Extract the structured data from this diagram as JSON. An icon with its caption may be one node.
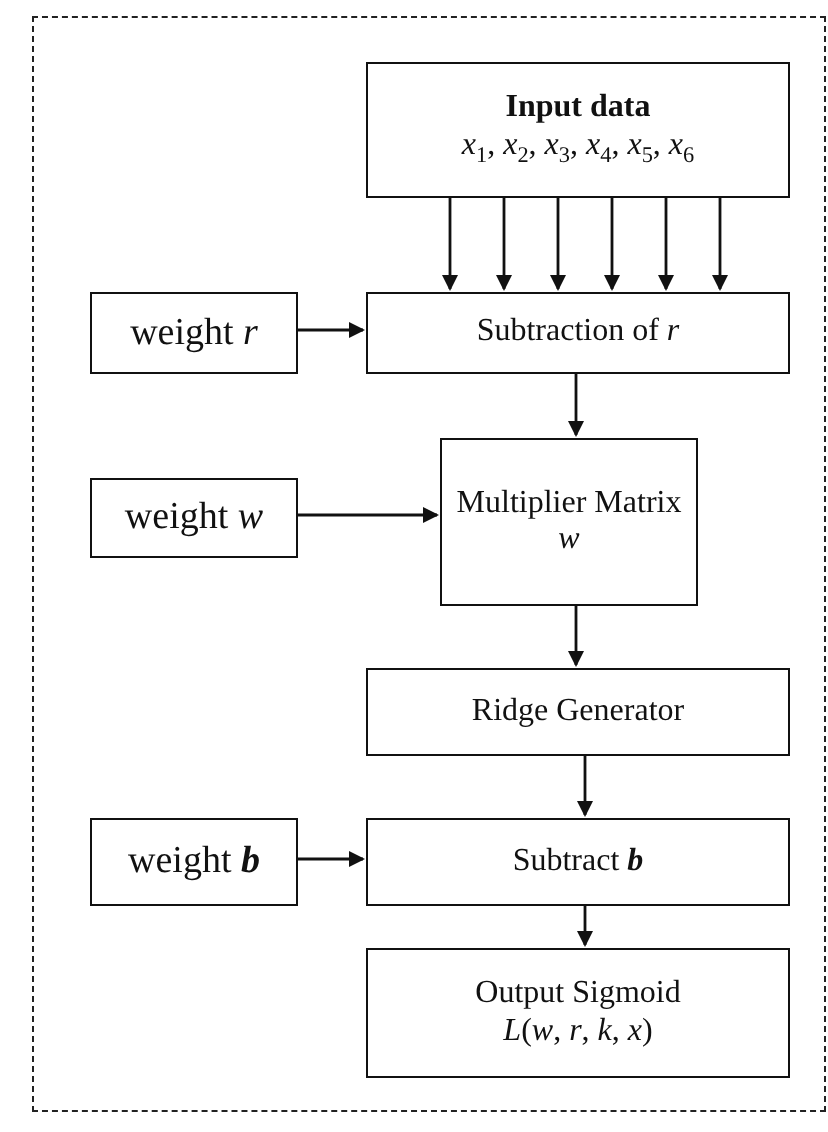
{
  "diagram": {
    "nodes": [
      {
        "text": [],
        "shape": "box"
      },
      {
        "text": [
          "Input data",
          "*x*$_{1}$, *x*$_{2}$, *x*$_{3}$, *x*$_{4}$, *x*$_{5}$, *x*$_{6}$"
        ],
        "in": 0
      },
      {
        "text": [
          "weight *r*"
        ],
        "in": 0
      },
      {
        "text": [
          "Subtraction of *r*"
        ],
        "in": 0
      },
      {
        "text": [
          "weight *w*"
        ],
        "in": 0
      },
      {
        "text": [
          "Multiplier Matrix *w*"
        ],
        "in": 0
      },
      {
        "text": [
          "Ridge Generator"
        ],
        "in": 0
      },
      {
        "text": [
          "weight **b**"
        ],
        "in": 0
      },
      {
        "text": [
          "Subtract **b**"
        ],
        "in": 0
      },
      {
        "text": [
          "Output Sigmoid",
          "*L*(*w*, *r*, *k*, *x*)"
        ],
        "in": 0
      }
    ],
    "edges": [
      {
        "from": 1,
        "to": 3,
        "arrow": "to"
      },
      {
        "from": 1,
        "to": 3,
        "arrow": "to"
      },
      {
        "from": 1,
        "to": 3,
        "arrow": "to"
      },
      {
        "from": 1,
        "to": 3,
        "arrow": "to"
      },
      {
        "from": 1,
        "to": 3,
        "arrow": "to"
      },
      {
        "from": 1,
        "to": 3,
        "arrow": "to"
      },
      {
        "from": 2,
        "to": 3,
        "arrow": "to"
      },
      {
        "from": 3,
        "to": 5,
        "arrow": "to"
      },
      {
        "from": 4,
        "to": 5,
        "arrow": "to"
      },
      {
        "from": 5,
        "to": 6,
        "arrow": "to"
      },
      {
        "from": 6,
        "to": 8,
        "arrow": "to"
      },
      {
        "from": 7,
        "to": 8,
        "arrow": "to"
      },
      {
        "from": 8,
        "to": 9,
        "arrow": "to"
      }
    ]
  }
}
